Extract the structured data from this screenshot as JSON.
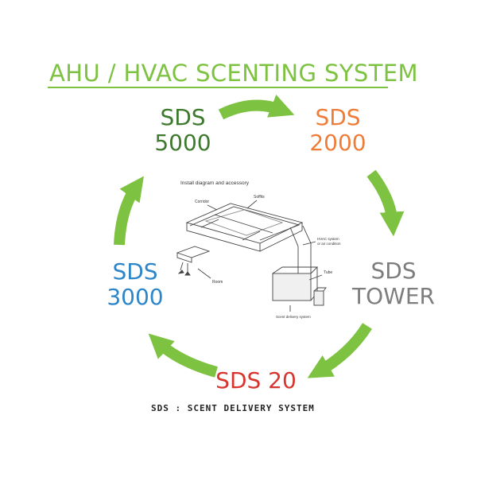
{
  "title": "AHU / HVAC SCENTING SYSTEM",
  "nodes": {
    "sds5000": {
      "line1": "SDS",
      "line2": "5000",
      "color": "#3d7a2e"
    },
    "sds2000": {
      "line1": "SDS",
      "line2": "2000",
      "color": "#ef7d39"
    },
    "sdsTower": {
      "line1": "SDS",
      "line2": "TOWER",
      "color": "#7d7d7d"
    },
    "sds20": {
      "line1": "SDS 20",
      "color": "#d8352f"
    },
    "sds3000": {
      "line1": "SDS",
      "line2": "3000",
      "color": "#2d86c9"
    }
  },
  "subtitle": "SDS : SCENT DELIVERY SYSTEM",
  "arrow_color": "#7dc241",
  "install_diagram": {
    "heading": "Install diagram and accessory",
    "labels": {
      "corridor": "Corridor",
      "soffits": "Soffits",
      "hvac": "HVAC system",
      "hvac2": "or air condition",
      "tube": "Tube",
      "room": "Room",
      "scent": "Scent delivery system"
    }
  }
}
